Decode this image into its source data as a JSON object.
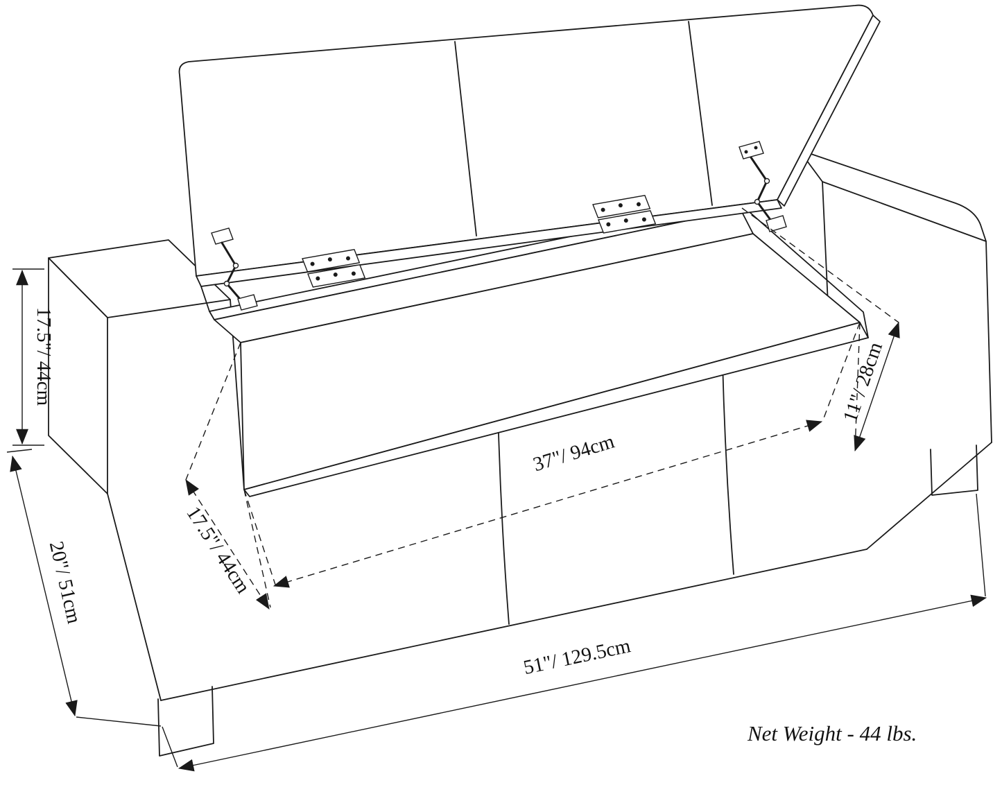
{
  "drawing": {
    "labels": {
      "left_height": "17.5\"/ 44cm",
      "front_height": "20\"/ 51cm",
      "interior_depth": "17.5\"/ 44cm",
      "interior_width": "37\"/ 94cm",
      "interior_height": "11\"/ 28cm",
      "overall_width": "51\"/ 129.5cm",
      "net_weight": "Net Weight - 44 lbs."
    },
    "colors": {
      "line": "#1a1a1a",
      "background": "#ffffff"
    }
  }
}
